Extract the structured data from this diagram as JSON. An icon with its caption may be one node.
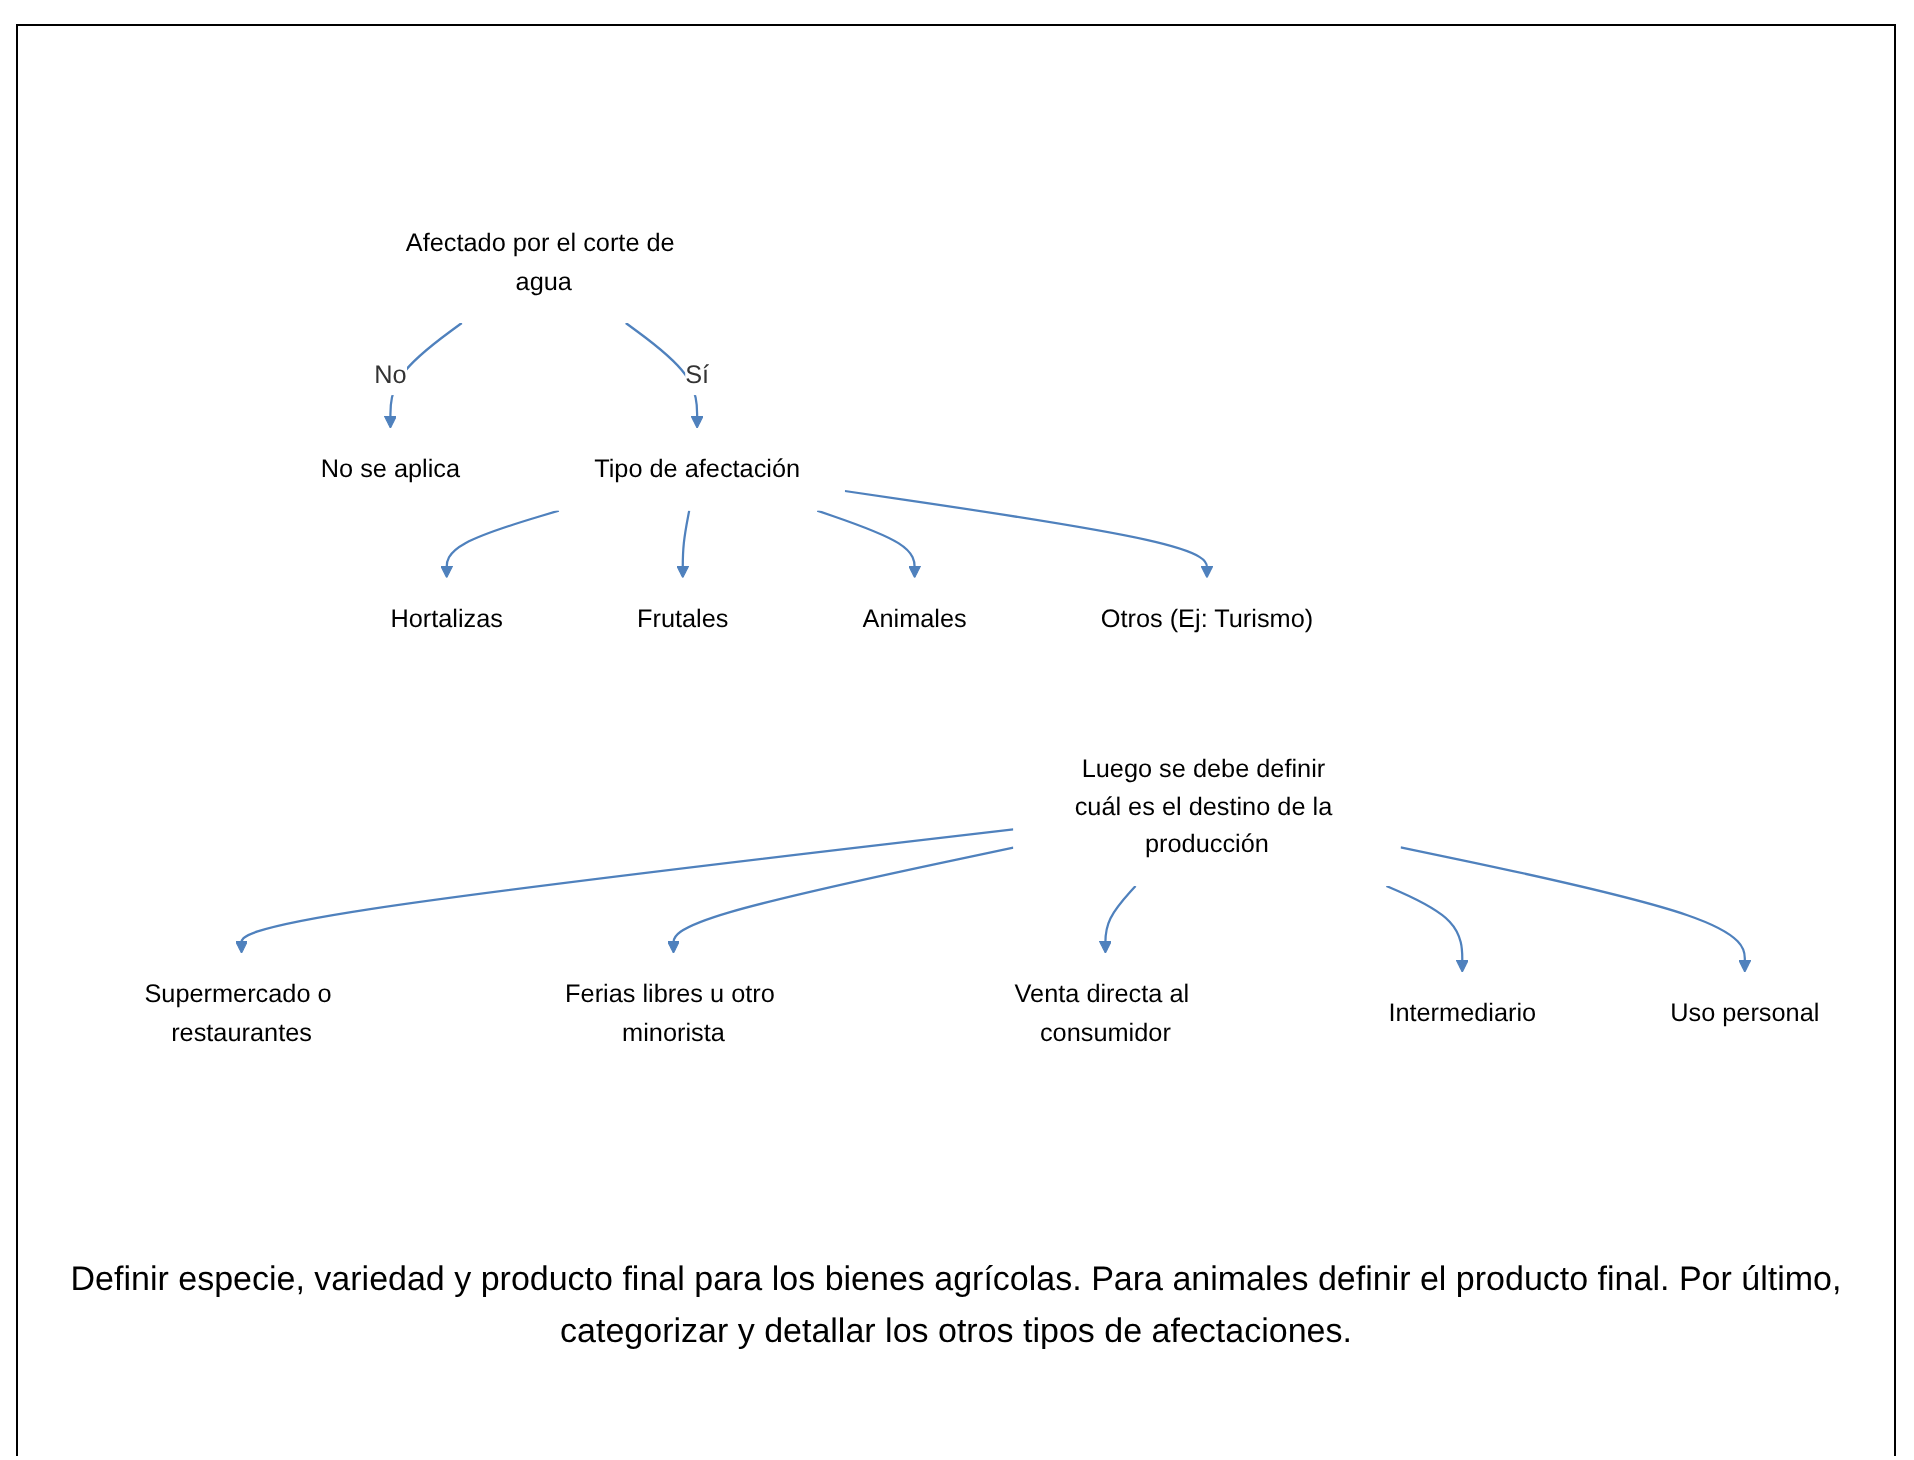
{
  "diagram": {
    "nodes": [
      {
        "text": [
          "Afectado por el corte de agua"
        ]
      },
      {
        "text": [
          "No se aplica"
        ]
      },
      {
        "text": [
          "Tipo de afectación"
        ]
      },
      {
        "text": [
          "Hortalizas"
        ]
      },
      {
        "text": [
          "Frutales"
        ]
      },
      {
        "text": [
          "Animales"
        ]
      },
      {
        "text": [
          "Otros (Ej: Turismo)"
        ]
      },
      {
        "text": [
          "Luego se debe definir cuál es el destino de la producción"
        ]
      },
      {
        "text": [
          "Supermercado o restaurantes"
        ]
      },
      {
        "text": [
          "Ferias libres u otro minorista"
        ]
      },
      {
        "text": [
          "Venta directa al consumidor"
        ]
      },
      {
        "text": [
          "Intermediario"
        ]
      },
      {
        "text": [
          "Uso personal"
        ]
      }
    ],
    "edges": [
      {
        "from": 0,
        "to": 1,
        "arrow": "to",
        "label": "No"
      },
      {
        "from": 0,
        "to": 2,
        "arrow": "to",
        "label": "Sí"
      },
      {
        "from": 2,
        "to": 3,
        "arrow": "to"
      },
      {
        "from": 2,
        "to": 4,
        "arrow": "to"
      },
      {
        "from": 2,
        "to": 5,
        "arrow": "to"
      },
      {
        "from": 2,
        "to": 6,
        "arrow": "to"
      },
      {
        "from": 7,
        "to": 8,
        "arrow": "to"
      },
      {
        "from": 7,
        "to": 9,
        "arrow": "to"
      },
      {
        "from": 7,
        "to": 10,
        "arrow": "to"
      },
      {
        "from": 7,
        "to": 11,
        "arrow": "to"
      },
      {
        "from": 7,
        "to": 12,
        "arrow": "to"
      }
    ],
    "labels": [
      "Definir especie, variedad y producto final para los bienes agrícolas. Para animales definir el producto final. Por último, categorizar y detallar los otros tipos de afectaciones."
    ]
  }
}
